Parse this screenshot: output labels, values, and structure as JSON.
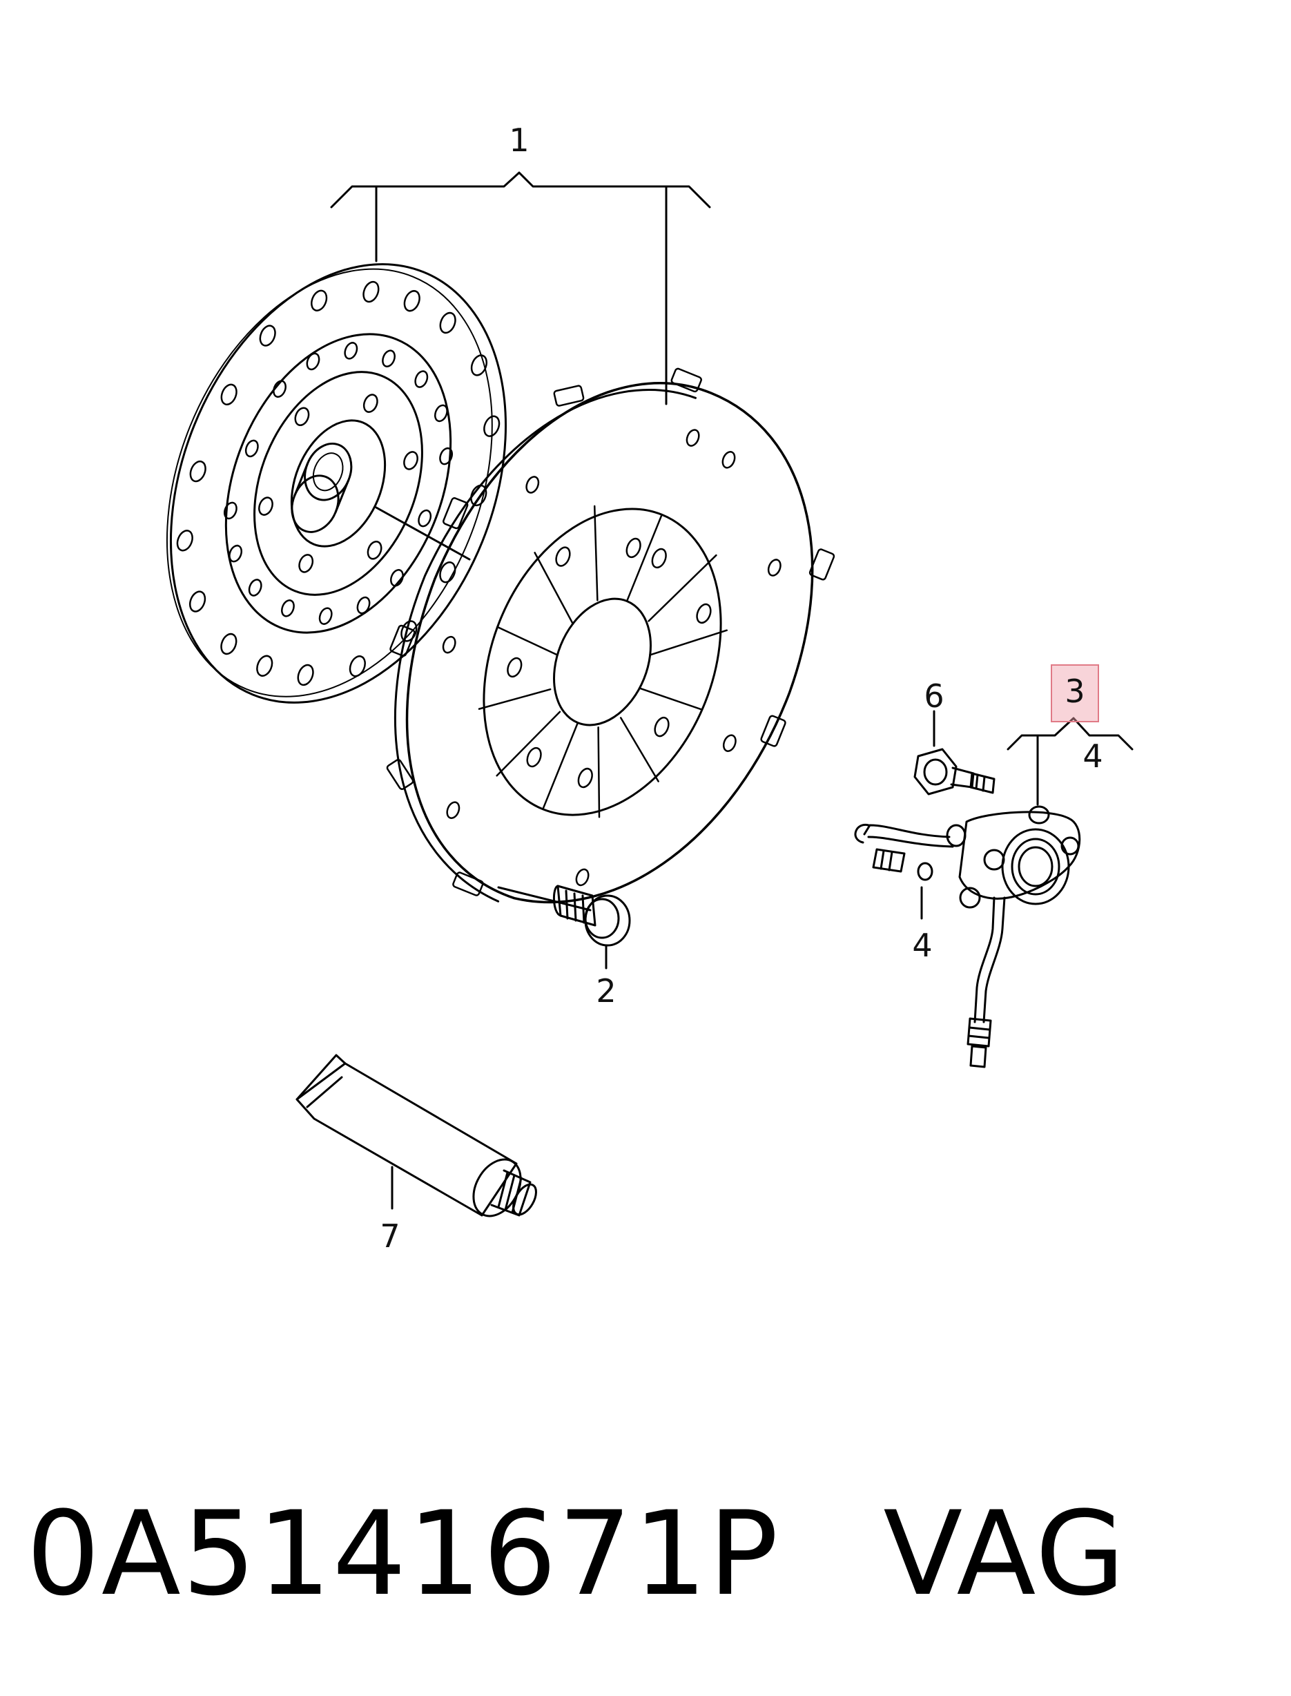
{
  "callouts": {
    "c1": "1",
    "c2": "2",
    "c3": "3",
    "c4a": "4",
    "c4b": "4",
    "c6": "6",
    "c7": "7"
  },
  "footer": {
    "part_number": "0A5141671P",
    "brand": "VAG"
  },
  "colors": {
    "line": "#000000",
    "highlight_fill": "#f3b3bb",
    "highlight_border": "#e07a86"
  }
}
